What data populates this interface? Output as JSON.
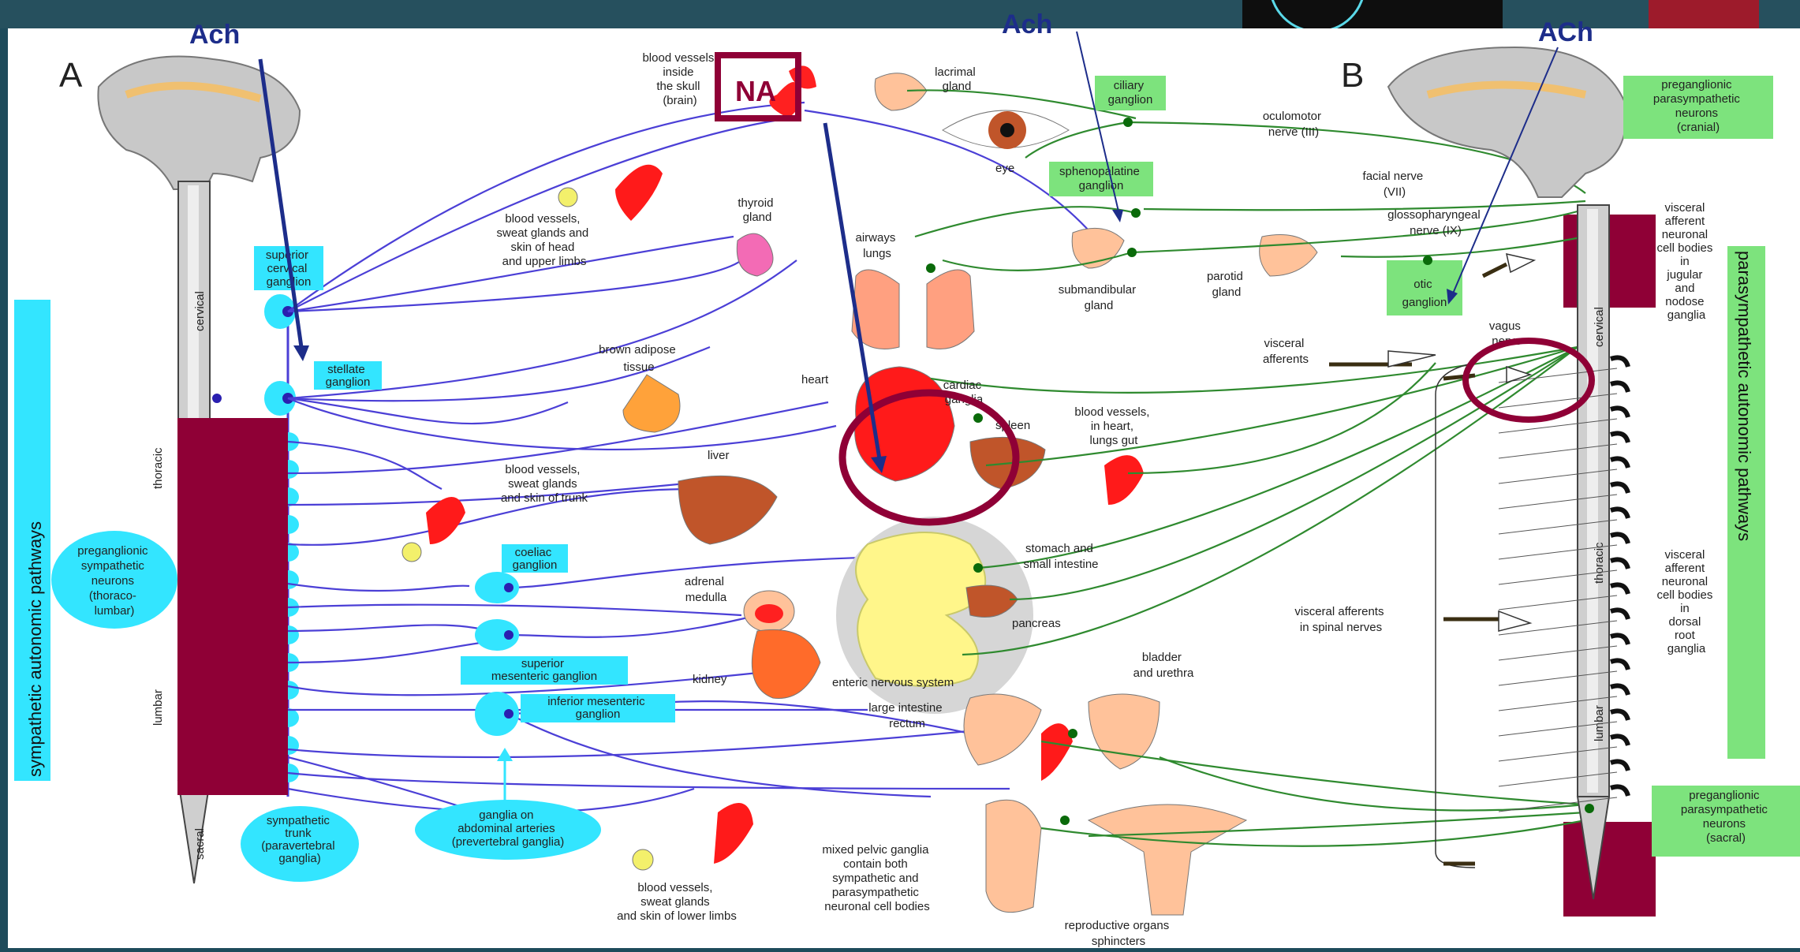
{
  "header": {
    "ach_left": "Ach",
    "ach_top": "Ach",
    "ach_right": "ACh",
    "na_box": "NA"
  },
  "panels": {
    "a": "A",
    "b": "B"
  },
  "side_labels": {
    "sympathetic": "sympathetic autonomic pathways",
    "parasympathetic": "parasympathetic autonomic pathways"
  },
  "spinal_regions": {
    "cervical": "cervical",
    "thoracic": "thoracic",
    "lumbar": "lumbar",
    "sacral": "sacral",
    "cervical_b": "cervical",
    "thoracic_b": "thoracic",
    "lumbar_b": "lumbar"
  },
  "sympathetic_labels": {
    "superior_cervical": [
      "superior",
      "cervical",
      "ganglion"
    ],
    "stellate": [
      "stellate",
      "ganglion"
    ],
    "preganglionic": [
      "preganglionic",
      "sympathetic",
      "neurons",
      "(thoraco-",
      "lumbar)"
    ],
    "coeliac": [
      "coeliac",
      "ganglion"
    ],
    "superior_mesenteric": [
      "superior",
      "mesenteric ganglion"
    ],
    "inferior_mesenteric": [
      "inferior mesenteric",
      "ganglion"
    ],
    "sympathetic_trunk": [
      "sympathetic",
      "trunk",
      "(paravertebral",
      "ganglia)"
    ],
    "abdominal_ganglia": [
      "ganglia on",
      "abdominal arteries",
      "(prevertebral ganglia)"
    ]
  },
  "organ_labels": {
    "vessels_brain": [
      "blood vessels",
      "inside",
      "the skull",
      "(brain)"
    ],
    "vessels_head": [
      "blood vessels,",
      "sweat glands and",
      "skin of  head",
      "and upper limbs"
    ],
    "thyroid": [
      "thyroid",
      "gland"
    ],
    "brown_adipose": [
      "brown adipose",
      "tissue"
    ],
    "vessels_trunk": [
      "blood vessels,",
      "sweat glands",
      "and skin of trunk"
    ],
    "liver": "liver",
    "adrenal": [
      "adrenal",
      "medulla"
    ],
    "kidney": "kidney",
    "lacrimal": [
      "lacrimal",
      "gland"
    ],
    "eye": "eye",
    "airways": [
      "airways",
      "lungs"
    ],
    "heart": "heart",
    "cardiac_ganglia": [
      "cardiac",
      "ganglia"
    ],
    "spleen": "spleen",
    "vessels_heart": [
      "blood vessels,",
      "in heart,",
      "lungs gut"
    ],
    "stomach": [
      "stomach and",
      "small intestine"
    ],
    "pancreas": "pancreas",
    "enteric": "enteric nervous system",
    "large_intestine": [
      "large intestine",
      "rectum"
    ],
    "bladder": [
      "bladder",
      "and urethra"
    ],
    "submandibular": [
      "submandibular",
      "gland"
    ],
    "parotid": [
      "parotid",
      "gland"
    ],
    "vessels_lower": [
      "blood vessels,",
      "sweat glands",
      "and skin of lower limbs"
    ],
    "mixed_pelvic": [
      "mixed pelvic ganglia",
      "contain both",
      "sympathetic and",
      "parasympathetic",
      "neuronal cell bodies"
    ],
    "reproductive": [
      "reproductive organs",
      "sphincters"
    ]
  },
  "parasympathetic_labels": {
    "ciliary": [
      "ciliary",
      "ganglion"
    ],
    "sphenopalatine": [
      "sphenopalatine",
      "ganglion"
    ],
    "otic": [
      "otic",
      "ganglion"
    ],
    "oculomotor": [
      "oculomotor",
      "nerve (III)"
    ],
    "facial": [
      "facial nerve",
      "(VII)"
    ],
    "glossopharyngeal": [
      "glossopharyngeal",
      "nerve (IX)"
    ],
    "vagus": [
      "vagus",
      "nerve"
    ],
    "visceral_afferents": [
      "visceral",
      "afferents"
    ],
    "visceral_spinal": [
      "visceral afferents",
      "in spinal nerves"
    ],
    "pre_cranial": [
      "preganglionic",
      "parasympathetic",
      "neurons",
      "(cranial)"
    ],
    "visceral_right_top": [
      "visceral",
      "afferent",
      "neuronal",
      "cell bodies",
      "in",
      "jugular",
      "and",
      "nodose",
      "ganglia"
    ],
    "visceral_right_mid": [
      "visceral",
      "afferent",
      "neuronal",
      "cell bodies",
      "in",
      "dorsal",
      "root",
      "ganglia"
    ],
    "pre_sacral": [
      "preganglionic",
      "parasympathetic",
      "neurons",
      "(sacral)"
    ]
  },
  "colors": {
    "title_bar": "#1e4b5b",
    "mask": "#8f0036",
    "annotation": "#1d2d8a",
    "sympathetic_nerve": "#4b3fd6",
    "parasympathetic_nerve": "#2f8a2f",
    "highlight_cyan": "#33e5ff",
    "highlight_green": "#7de37d"
  }
}
